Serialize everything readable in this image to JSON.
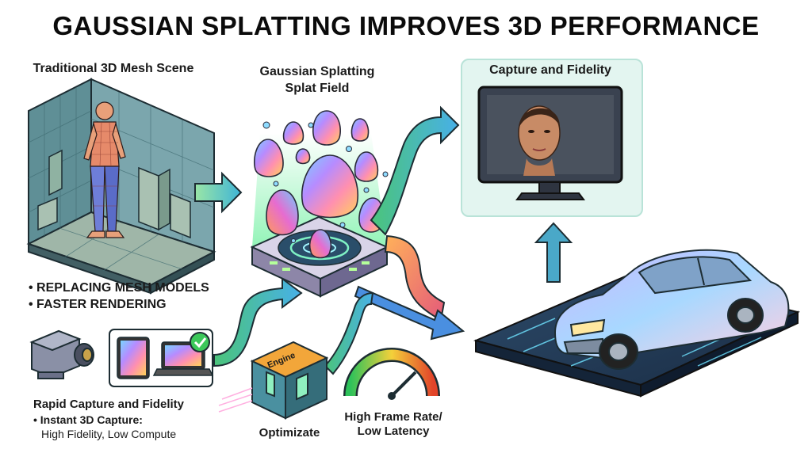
{
  "title": "GAUSSIAN SPLATTING IMPROVES 3D PERFORMANCE",
  "mesh_scene": {
    "label": "Traditional 3D Mesh Scene",
    "bullets": [
      "REPLACING MESH MODELS",
      "FASTER RENDERING"
    ]
  },
  "splat_field": {
    "label_line1": "Gaussian Splatting",
    "label_line2": "Splat Field"
  },
  "capture_panel": {
    "label": "Capture and Fidelity"
  },
  "rapid_capture": {
    "heading": "Rapid Capture and Fidelity",
    "bullet": "Instant 3D Capture:",
    "detail": "High Fidelity, Low Compute"
  },
  "engine": {
    "chip_label": "Engine",
    "caption": "Optimizate"
  },
  "gauge": {
    "caption_line1": "High Frame Rate/",
    "caption_line2": "Low Latency"
  },
  "colors": {
    "accent_green": "#3cc85a",
    "panel_mint": "#e3f5f0",
    "arrow_blue": "#4a8fe0"
  }
}
